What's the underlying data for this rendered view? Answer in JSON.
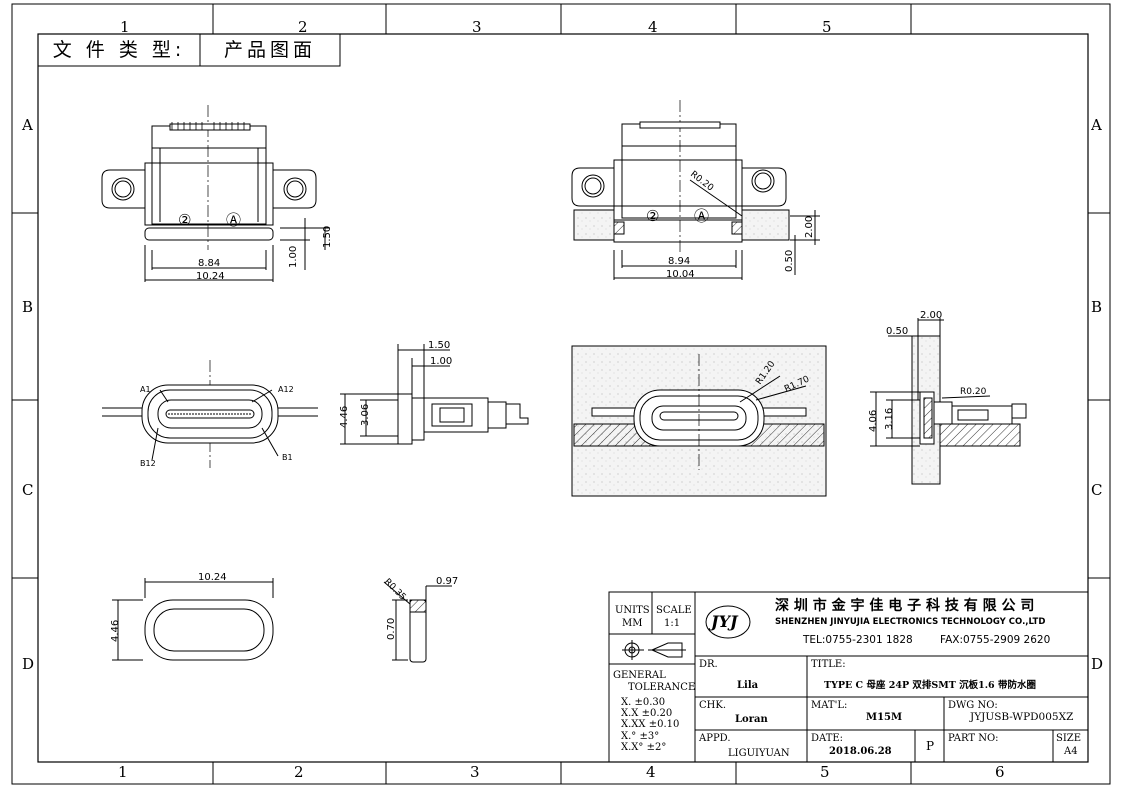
{
  "header": {
    "doc_type_label": "文 件 类 型:",
    "doc_type_value": "产品图面"
  },
  "border": {
    "columns_top": [
      "1",
      "2",
      "3",
      "4",
      "5"
    ],
    "columns_bottom": [
      "1",
      "2",
      "3",
      "4",
      "5",
      "6"
    ],
    "rows_left": [
      "A",
      "B",
      "C",
      "D"
    ],
    "rows_right": [
      "A",
      "B",
      "C",
      "D"
    ]
  },
  "views": {
    "front": {
      "pin2": "②",
      "pinA": "Ⓐ",
      "dim_inner": "8.84",
      "dim_outer": "10.24",
      "dim_h1": "1.00",
      "dim_h2": "1.50"
    },
    "front_pcb": {
      "pin2": "②",
      "pinA": "Ⓐ",
      "radius": "R0.20",
      "dim_inner": "8.94",
      "dim_outer": "10.04",
      "dim_h1": "0.50",
      "dim_h2": "2.00"
    },
    "top": {
      "a1": "A1",
      "a12": "A12",
      "b12": "B12",
      "b1": "B1"
    },
    "side": {
      "dim_top1": "1.50",
      "dim_top2": "1.00",
      "dim_h1": "4.46",
      "dim_h2": "3.06"
    },
    "cutout": {
      "r1": "R1.20",
      "r2": "R1.70"
    },
    "side_pcb": {
      "dim_top1": "2.00",
      "dim_top2": "0.50",
      "radius": "R0.20",
      "dim_h1": "4.06",
      "dim_h2": "3.16"
    },
    "gasket": {
      "dim_w": "10.24",
      "dim_h": "4.46"
    },
    "gasket_section": {
      "radius": "R0.35",
      "dim_w": "0.97",
      "dim_h": "0.70"
    }
  },
  "title_block": {
    "units_label": "UNITS",
    "units_value": "MM",
    "scale_label": "SCALE",
    "scale_value": "1:1",
    "logo": "JYJ",
    "company_cn": "深 圳 市 金 宇 佳 电 子 科 技 有 限 公 司",
    "company_en": "SHENZHEN JINYUJIA ELECTRONICS TECHNOLOGY CO.,LTD",
    "tel": "TEL:0755-2301 1828",
    "fax": "FAX:0755-2909 2620",
    "dr_label": "DR.",
    "dr_value": "Lila",
    "title_label": "TITLE:",
    "title_value": "TYPE C 母座 24P 双排SMT 沉板1.6 带防水圈",
    "tol_label1": "GENERAL",
    "tol_label2": "TOLERANCE",
    "tol_lines": [
      "X.      ±0.30",
      "X.X     ±0.20",
      "X.XX    ±0.10",
      "X.°     ±3°",
      "X.X°    ±2°"
    ],
    "chk_label": "CHK.",
    "chk_value": "Loran",
    "matl_label": "MAT'L:",
    "matl_value": "M15M",
    "dwg_label": "DWG NO:",
    "dwg_value": "JYJUSB-WPD005XZ",
    "appd_label": "APPD.",
    "appd_value": "LIGUIYUAN",
    "date_label": "DATE:",
    "date_value": "2018.06.28",
    "p_value": "P",
    "part_label": "PART NO:",
    "size_label": "SIZE",
    "size_value": "A4"
  }
}
